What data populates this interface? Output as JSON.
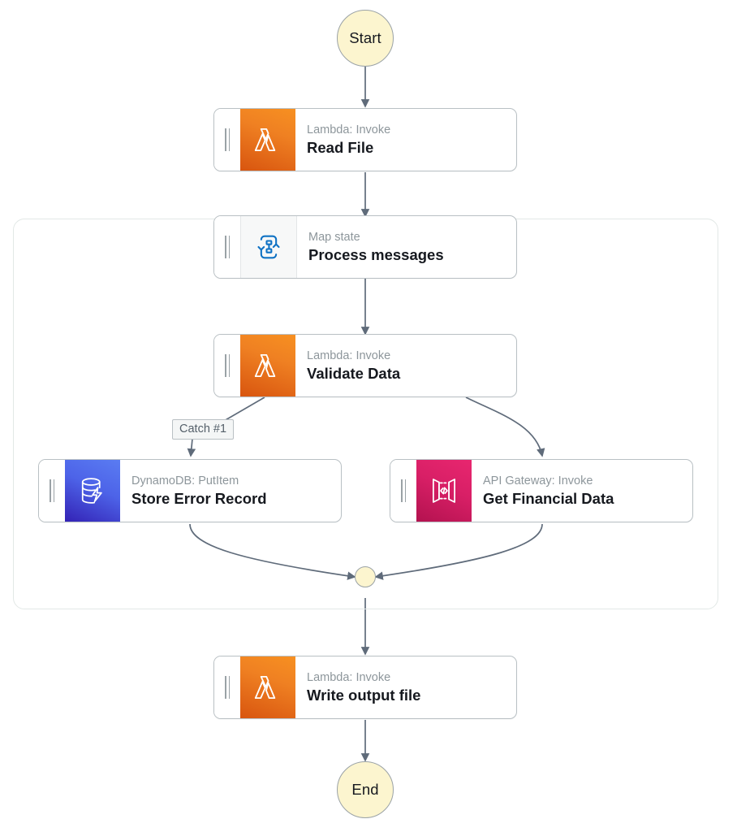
{
  "diagram": {
    "type": "aws-step-functions-workflow",
    "title": "Step Functions state machine graph"
  },
  "terminals": {
    "start": "Start",
    "end": "End"
  },
  "nodes": [
    {
      "id": "read-file",
      "service": "Lambda",
      "subtitle": "Lambda: Invoke",
      "title": "Read File",
      "icon": "lambda-icon",
      "color": "#ef8022"
    },
    {
      "id": "process-messages",
      "service": "Map",
      "subtitle": "Map state",
      "title": "Process messages",
      "icon": "map-state-icon",
      "color": "#0f72c4"
    },
    {
      "id": "validate-data",
      "service": "Lambda",
      "subtitle": "Lambda: Invoke",
      "title": "Validate Data",
      "icon": "lambda-icon",
      "color": "#ef8022"
    },
    {
      "id": "store-error-record",
      "service": "DynamoDB",
      "subtitle": "DynamoDB: PutItem",
      "title": "Store Error Record",
      "icon": "dynamodb-icon",
      "color": "#4153d8"
    },
    {
      "id": "get-financial-data",
      "service": "API Gateway",
      "subtitle": "API Gateway: Invoke",
      "title": "Get Financial Data",
      "icon": "api-gateway-icon",
      "color": "#d81f66"
    },
    {
      "id": "write-output-file",
      "service": "Lambda",
      "subtitle": "Lambda: Invoke",
      "title": "Write output file",
      "icon": "lambda-icon",
      "color": "#ef8022"
    }
  ],
  "edges": {
    "catch_label": "Catch #1"
  },
  "colors": {
    "edge": "#5f6b7a",
    "card_border": "#b9c0c4",
    "terminal_fill": "#fcf5cf",
    "terminal_border": "#9aa2a6",
    "container_border": "#e2e8e6",
    "subtitle_text": "#8d969b",
    "title_text": "#16191f"
  }
}
